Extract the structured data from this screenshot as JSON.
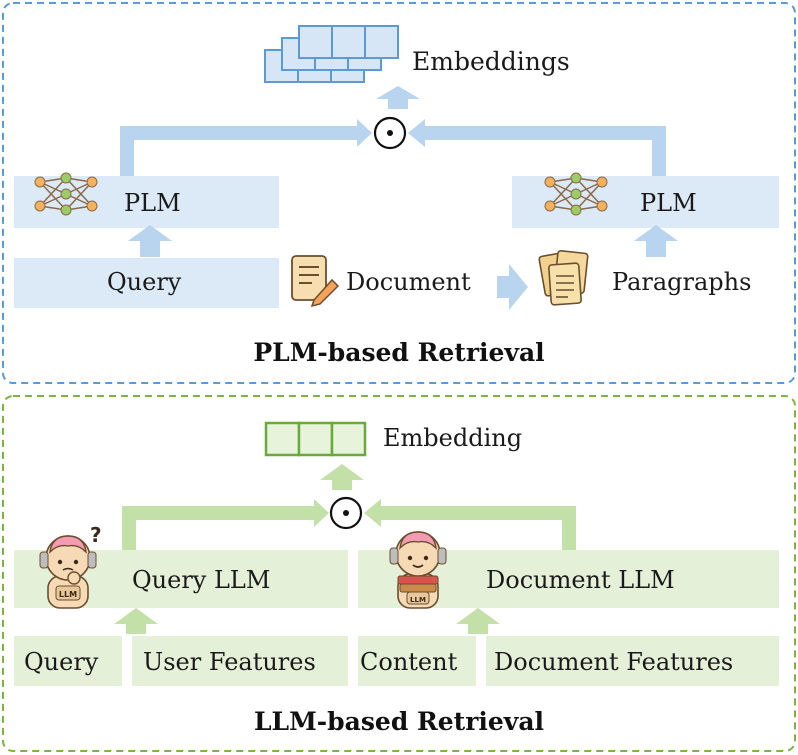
{
  "plm_section": {
    "title": "PLM-based Retrieval",
    "embeddings_label": "Embeddings",
    "operator": "⊙",
    "plm_left_label": "PLM",
    "plm_right_label": "PLM",
    "query_label": "Query",
    "document_label": "Document",
    "paragraphs_label": "Paragraphs",
    "colors": {
      "border": "#5a9bd5",
      "box": "#dce9f7",
      "arrow": "#b9d4ee",
      "embed_stroke": "#5a9bd5",
      "embed_fill": "#d6e6f7"
    }
  },
  "llm_section": {
    "title": "LLM-based Retrieval",
    "embedding_label": "Embedding",
    "operator": "⊙",
    "query_llm_label": "Query LLM",
    "document_llm_label": "Document LLM",
    "query_label": "Query",
    "user_features_label": "User Features",
    "content_label": "Content",
    "document_features_label": "Document Features",
    "badge_text": "LLM",
    "question_mark": "?",
    "colors": {
      "border": "#7cb342",
      "box": "#e4f0d8",
      "arrow": "#c3e0a9",
      "embed_stroke": "#6aaa3a",
      "embed_fill": "#e8f3dc"
    }
  }
}
